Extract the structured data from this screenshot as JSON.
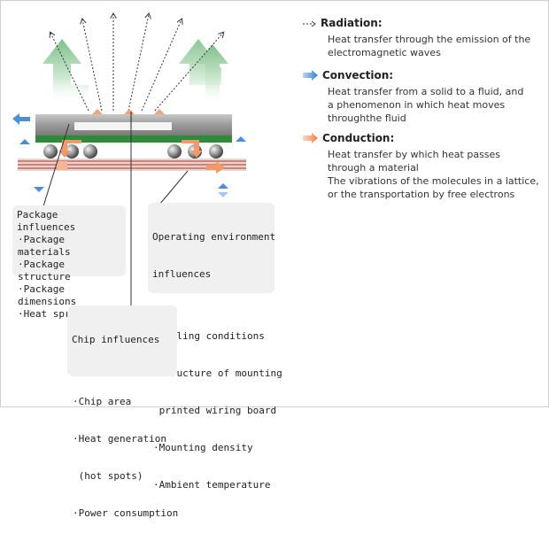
{
  "legend": {
    "radiation": {
      "label": "Radiation:",
      "desc": [
        "Heat transfer through the emission of the",
        "electromagnetic waves"
      ]
    },
    "convection": {
      "label": "Convection:",
      "desc": [
        "Heat transfer from a solid to a fluid, and",
        "a phenomenon in which heat moves",
        "throughthe fluid"
      ]
    },
    "conduction": {
      "label": "Conduction:",
      "desc": [
        "Heat transfer by which heat passes",
        "through a material",
        "The vibrations of the molecules in a lattice,",
        "or the transportation by free electrons"
      ]
    }
  },
  "boxes": {
    "package": {
      "title": "Package influences",
      "items": [
        "·Package materials",
        "·Package structure",
        "·Package dimensions",
        "·Heat spreader"
      ]
    },
    "environment": {
      "title": [
        "Operating environment",
        "influences"
      ],
      "items": [
        "·Cooling conditions",
        "·Structure of mounting",
        " printed wiring board",
        "·Mounting density",
        "·Ambient temperature"
      ]
    },
    "chip": {
      "title": "Chip influences",
      "items": [
        "·Chip area",
        "·Heat generation",
        " (hot spots)",
        "·Power consumption"
      ]
    }
  },
  "colors": {
    "radiation": "#333333",
    "convection": "#4a8fd8",
    "conduction": "#f0996a",
    "convection_big": "#9fd0a8",
    "package_body": "#9a9a9a",
    "substrate": "#2f8a3a",
    "board_line": "#e0604a",
    "box_bg": "#f0f0f0"
  },
  "icons": {
    "radiation": "dotted-arrow-icon",
    "convection": "blue-arrow-icon",
    "conduction": "orange-arrow-icon"
  }
}
